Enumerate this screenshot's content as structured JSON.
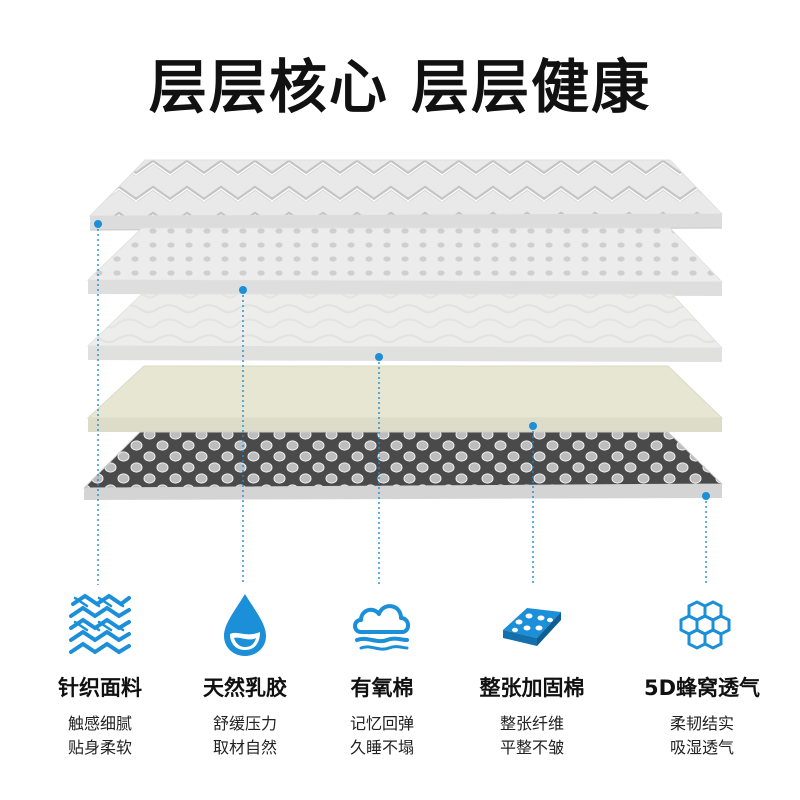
{
  "title": "层层核心 层层健康",
  "accent_color": "#1b8fd8",
  "layers": [
    {
      "pattern": "chevron-quilt"
    },
    {
      "pattern": "latex-dots"
    },
    {
      "pattern": "fiber-fabric"
    },
    {
      "pattern": "plain-cream"
    },
    {
      "pattern": "hexagon-mesh"
    }
  ],
  "features": [
    {
      "icon": "woven-fabric-icon",
      "name": "针织面料",
      "desc_line1": "触感细腻",
      "desc_line2": "贴身柔软"
    },
    {
      "icon": "water-drop-icon",
      "name": "天然乳胶",
      "desc_line1": "舒缓压力",
      "desc_line2": "取材自然"
    },
    {
      "icon": "cloud-icon",
      "name": "有氧棉",
      "desc_line1": "记忆回弹",
      "desc_line2": "久睡不塌"
    },
    {
      "icon": "sponge-pad-icon",
      "name": "整张加固棉",
      "desc_line1": "整张纤维",
      "desc_line2": "平整不皱"
    },
    {
      "icon": "honeycomb-icon",
      "name": "5D蜂窝透气",
      "desc_line1": "柔韧结实",
      "desc_line2": "吸湿透气"
    }
  ]
}
